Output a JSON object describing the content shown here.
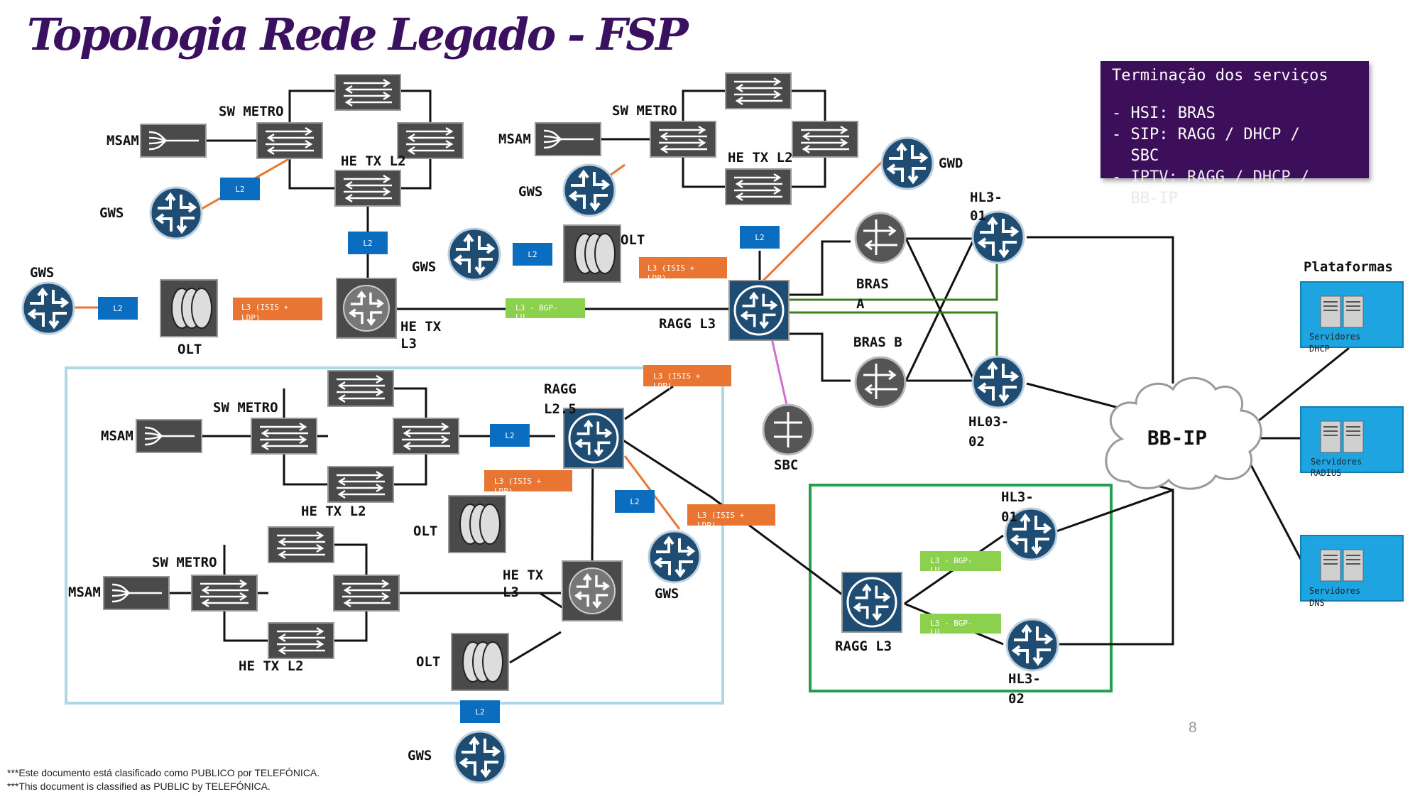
{
  "title": "Topologia Rede Legado - FSP",
  "legend": {
    "title": "Terminação dos serviços",
    "items": [
      "- HSI: BRAS",
      "- SIP: RAGG / DHCP /",
      "  SBC",
      "- IPTV: RAGG / DHCP /",
      "  BB-IP"
    ]
  },
  "labels": {
    "sw_metro": "SW METRO",
    "msam": "MSAM",
    "he_tx_l2": "HE TX L2",
    "gws": "GWS",
    "olt": "OLT",
    "he_tx": "HE TX",
    "l3": "L3",
    "ragg_l3": "RAGG L3",
    "ragg": "RAGG",
    "l2_5": "L2.5",
    "gwd": "GWD",
    "bras": "BRAS",
    "a": "A",
    "bras_b": "BRAS B",
    "hl3": "HL3-",
    "n01": "01",
    "hl03": "HL03-",
    "n02": "02",
    "sbc": "SBC",
    "bbip": "BB-IP",
    "plataformas": "Plataformas",
    "servidores": "Servidores",
    "dhcp": "DHCP",
    "radius": "RADIUS",
    "dns": "DNS"
  },
  "badges": {
    "l2": "L2",
    "l3_isis_1": "L3 (ISIS +",
    "l3_isis_2": "LDP)",
    "l3_bgp_1": "L3  - BGP-",
    "l3_bgp_2": "LU"
  },
  "colors": {
    "title": "#3b1060",
    "legend_bg": "#3d0f5a",
    "l2_badge": "#0b6dbf",
    "l3_isis_badge": "#e87532",
    "l3_bgp_badge": "#8bd14e",
    "router": "#1f4c73",
    "box_light_blue": "#add8e6",
    "box_green": "#22a050"
  },
  "page_number": "8",
  "footer": [
    "***Este documento está clasificado como PUBLICO por TELEFÓNICA.",
    "***This document is classified as PUBLIC by TELEFÓNICA."
  ]
}
